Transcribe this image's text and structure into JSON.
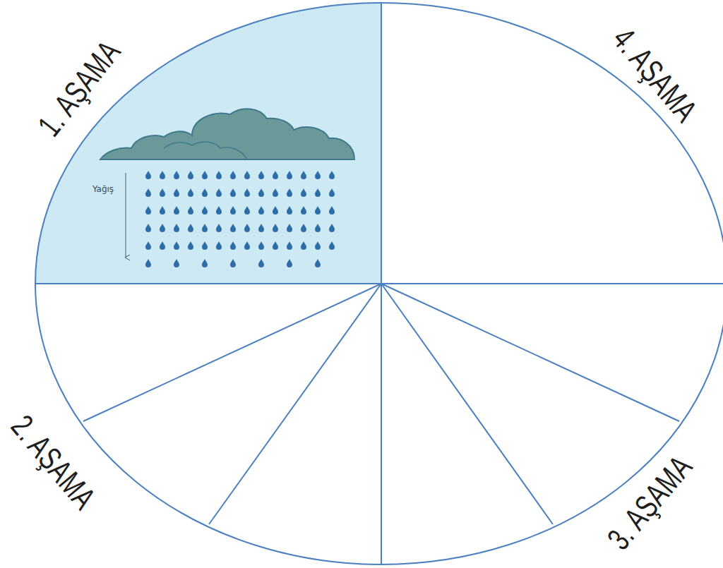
{
  "diagram": {
    "labels": [
      "1. AŞAMA",
      "4. AŞAMA",
      "2. AŞAMA",
      "3. AŞAMA",
      "Yağış"
    ]
  }
}
